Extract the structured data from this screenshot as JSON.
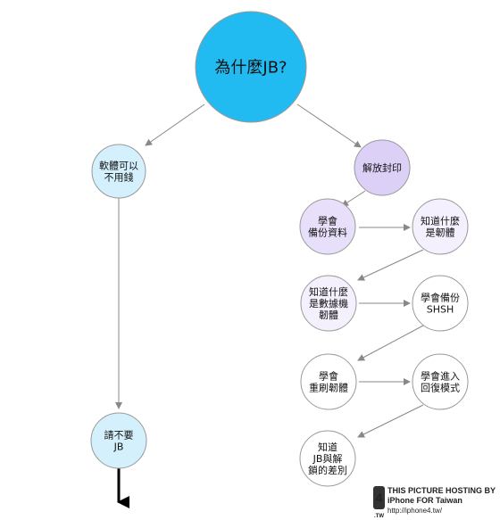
{
  "colors": {
    "root_fill": "#22bbf1",
    "blue_fill": "#d4f0fc",
    "purple_dark_fill": "#dcd0f7",
    "purple_mid_fill": "#e8e0fa",
    "purple_light_fill": "#f4f0fd",
    "white_fill": "#ffffff",
    "node_stroke": "#999999",
    "edge_color": "#888888",
    "final_arrow_color": "#000000"
  },
  "nodes": {
    "root": {
      "lines": [
        "為什麼JB?"
      ]
    },
    "free_software": {
      "lines": [
        "軟體可以",
        "不用錢"
      ]
    },
    "unlock": {
      "lines": [
        "解放封印"
      ]
    },
    "learn_backup": {
      "lines": [
        "學會",
        "備份資料"
      ]
    },
    "know_firmware": {
      "lines": [
        "知道什麼",
        "是韌體"
      ]
    },
    "know_baseband": {
      "lines": [
        "知道什麼",
        "是數據機",
        "韌體"
      ]
    },
    "learn_shsh": {
      "lines": [
        "學會備份",
        "SHSH"
      ]
    },
    "learn_restore": {
      "lines": [
        "學會",
        "重刷韌體"
      ]
    },
    "learn_recovery": {
      "lines": [
        "學會進入",
        "回復模式"
      ]
    },
    "know_jb_unlock": {
      "lines": [
        "知道",
        "JB與解",
        "鎖的差別"
      ]
    },
    "dont_jb": {
      "lines": [
        "請不要",
        "JB"
      ]
    }
  },
  "watermark": {
    "line1": "THIS PICTURE HOSTING BY",
    "line2": "iPhone FOR Taiwan",
    "line3": "http://iphone4.tw/",
    "logo_glyph": "4",
    "logo_sub": ".TW"
  }
}
